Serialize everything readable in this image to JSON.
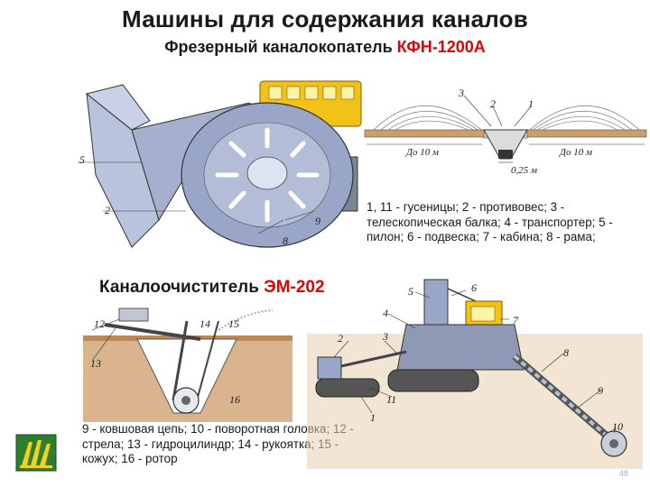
{
  "slide": {
    "title": "Машины для содержания каналов",
    "subtitle_prefix": "Фрезерный каналокопатель ",
    "subtitle_model": "КФН-1200А",
    "section2_prefix": "Каналоочиститель ",
    "section2_model": "ЭМ-202",
    "caption1": "1, 11 - гусеницы; 2 - противовес; 3 - телескопическая балка; 4 - транспортер; 5 - пилон; 6 - подвеска; 7 - кабина; 8 - рама;",
    "caption2": "9 - ковшовая цепь; 10 - поворотная головка; 12 - стрела; 13 - гидроцилиндр; 14 - рукоятка; 15 - кожух; 16 - ротор",
    "page_number": "48"
  },
  "diagram_kfn": {
    "labels": [
      "5",
      "2",
      "8",
      "9"
    ]
  },
  "diagram_section": {
    "labels": [
      "3",
      "2",
      "1"
    ],
    "left_width": "До 10 м",
    "right_width": "До 10 м",
    "bottom_width": "0,25 м"
  },
  "diagram_rotor": {
    "labels": [
      "12",
      "14",
      "15",
      "13",
      "16"
    ]
  },
  "diagram_em202": {
    "labels": [
      "5",
      "6",
      "4",
      "7",
      "2",
      "3",
      "8",
      "11",
      "1",
      "9",
      "10"
    ]
  },
  "colors": {
    "accent_red": "#e60000",
    "machine_blue": "#9aa6c8",
    "cabin_yellow": "#f2c21a"
  },
  "icons": {
    "logo": "university-logo"
  }
}
